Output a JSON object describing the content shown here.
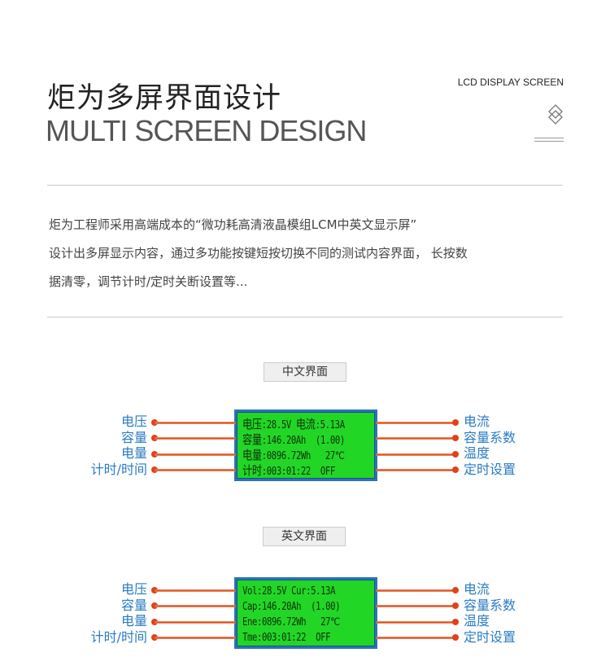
{
  "header": {
    "title_cn": "炬为多屏界面设计",
    "title_en": "MULTI SCREEN DESIGN",
    "tag": "LCD DISPLAY SCREEN"
  },
  "intro": {
    "line1": "炬为工程师采用高端成本的“微功耗高清液晶模组LCM中英文显示屏”",
    "line2": "设计出多屏显示内容，通过多功能按键短按切换不同的测试内容界面，  长按数",
    "line3": "据清零，调节计时/定时关断设置等..."
  },
  "sections": [
    {
      "label": "中文界面",
      "rows": [
        {
          "left_label": "电压",
          "right_label": "电流",
          "screen": {
            "a": "电压",
            "b": ":28.5V ",
            "c": "电流",
            "d": ":5.13A"
          }
        },
        {
          "left_label": "容量",
          "right_label": "容量系数",
          "screen": {
            "a": "容量",
            "b": ":146.20Ah  (1.00)"
          }
        },
        {
          "left_label": "电量",
          "right_label": "温度",
          "screen": {
            "a": "电量",
            "b": ":0896.72Wh   27℃"
          }
        },
        {
          "left_label": "计时/时间",
          "right_label": "定时设置",
          "screen": {
            "a": "计时",
            "b": ":003:01:22  OFF"
          }
        }
      ]
    },
    {
      "label": "英文界面",
      "rows": [
        {
          "left_label": "电压",
          "right_label": "电流",
          "screen": {
            "a": "Vol",
            "b": ":28.5V Cur:5.13A"
          }
        },
        {
          "left_label": "容量",
          "right_label": "容量系数",
          "screen": {
            "a": "Cap",
            "b": ":146.20Ah  (1.00)"
          }
        },
        {
          "left_label": "电量",
          "right_label": "温度",
          "screen": {
            "a": "Ene",
            "b": ":0896.72Wh   27℃"
          }
        },
        {
          "left_label": "计时/时间",
          "right_label": "定时设置",
          "screen": {
            "a": "Tme",
            "b": ":003:01:22  OFF"
          }
        }
      ]
    }
  ],
  "colors": {
    "accent_blue": "#2a7cc4",
    "lcd_green": "#22d626",
    "lcd_border": "#2a73b8",
    "connector_red": "#e0421a"
  }
}
